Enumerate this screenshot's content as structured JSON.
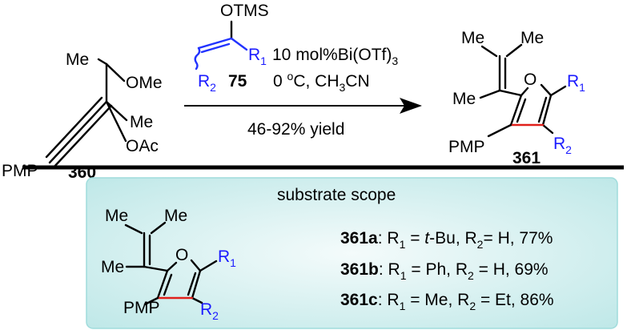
{
  "reactant": {
    "me_top": "Me",
    "ome": "OMe",
    "me_mid": "Me",
    "oac": "OAc",
    "pmp": "PMP",
    "number": "360"
  },
  "reagent": {
    "otms": "OTMS",
    "r1_main": "R",
    "r1_sub": "1",
    "r2_main": "R",
    "r2_sub": "2",
    "number": "75"
  },
  "conditions": {
    "catalyst": "10 mol%Bi(OTf)",
    "catalyst_sub": "3",
    "temp_value": "0 ",
    "temp_deg": "o",
    "temp_rest": "C, CH",
    "solvent_sub": "3",
    "solvent_rest": "CN",
    "yield": "46-92% yield"
  },
  "product": {
    "me_top": "Me",
    "me_left": "Me",
    "o": "O",
    "r1_main": "R",
    "r1_sub": "1",
    "pmp": "PMP",
    "number": "361",
    "r2_main": "R",
    "r2_sub": "2"
  },
  "scope": {
    "title": "substrate scope",
    "me_top": "Me",
    "me_top2": "Me",
    "me_left": "Me",
    "o": "O",
    "r1_main": "R",
    "r1_sub": "1",
    "pmp": "PMP",
    "r2_main": "R",
    "r2_sub": "2",
    "entries": [
      {
        "id": "361a",
        "r1": "R",
        "r1_sub": "1",
        "r1_eq": " = ",
        "r1_val": "t",
        "r1_val2": "-Bu, ",
        "r2": "R",
        "r2_sub": "2",
        "r2_eq": "= H, 77%"
      },
      {
        "id": "361b",
        "r1": "R",
        "r1_sub": "1",
        "r1_eq": " = Ph, ",
        "r2": "R",
        "r2_sub": "2",
        "r2_eq": " = H, 69%"
      },
      {
        "id": "361c",
        "r1": "R",
        "r1_sub": "1",
        "r1_eq": " = Me, ",
        "r2": "R",
        "r2_sub": "2",
        "r2_eq": " = Et, 86%"
      }
    ]
  },
  "colors": {
    "blue": "#1a1aff",
    "red": "#e0201b",
    "box_fill": "#dff3f3",
    "box_edge": "#9fdcdc"
  }
}
